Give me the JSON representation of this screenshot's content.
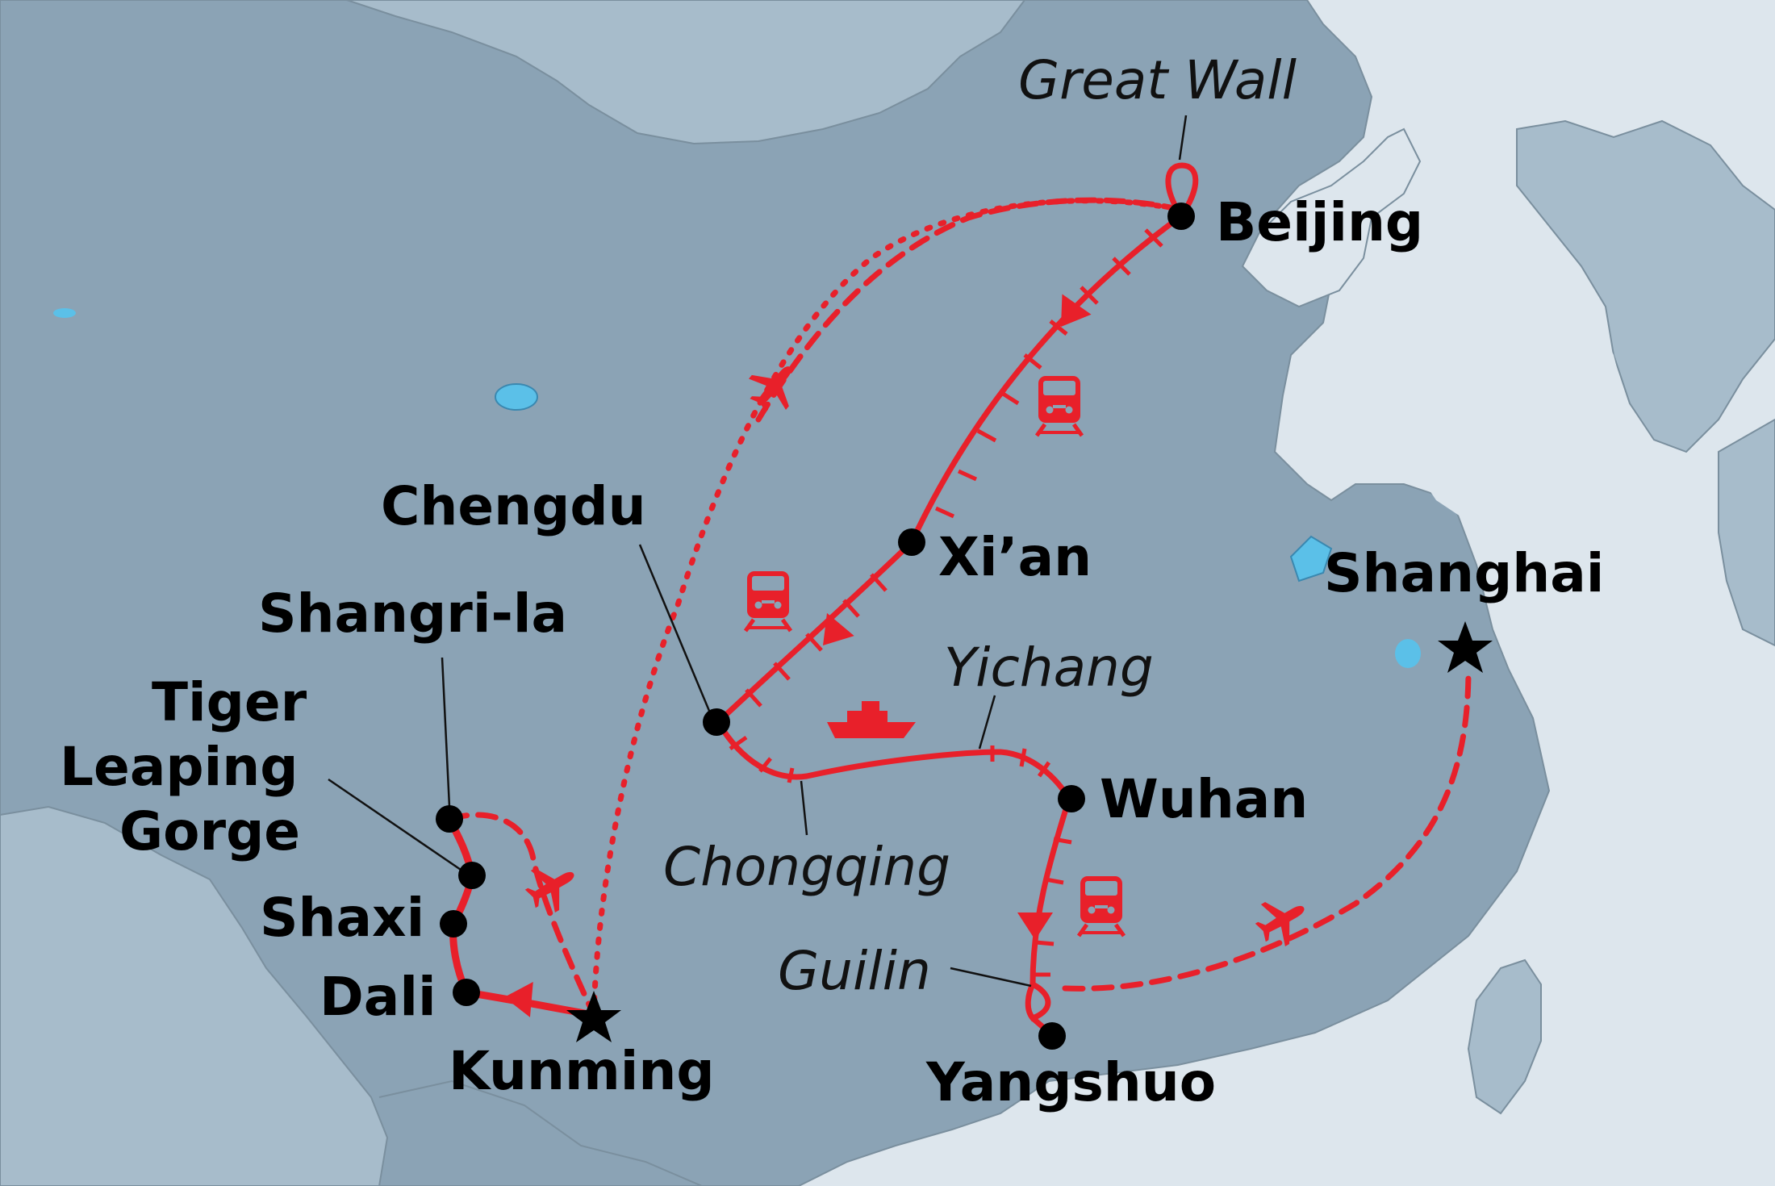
{
  "cities": {
    "beijing": "Beijing",
    "xian": "Xi’an",
    "chengdu": "Chengdu",
    "shangri_la": "Shangri-la",
    "tiger_1": "Tiger",
    "tiger_2": "Leaping",
    "tiger_3": "Gorge",
    "shaxi": "Shaxi",
    "dali": "Dali",
    "kunming": "Kunming",
    "wuhan": "Wuhan",
    "yangshuo": "Yangshuo",
    "shanghai": "Shanghai"
  },
  "places": {
    "great_wall": "Great Wall",
    "yichang": "Yichang",
    "chongqing": "Chongqing",
    "guilin": "Guilin"
  },
  "legend_icons": [
    "train-icon",
    "plane-icon",
    "boat-icon"
  ],
  "colors": {
    "sea": "#dde6ed",
    "land": "#8ba3b5",
    "other_land": "#a7bccb",
    "route": "#e8202a",
    "lake": "#5bc0e8"
  }
}
